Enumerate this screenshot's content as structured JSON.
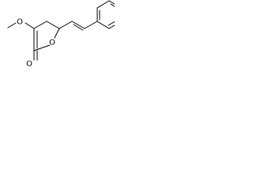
{
  "atom_labels": {
    "methoxy_oxygen": "O",
    "ring_oxygen": "O",
    "carbonyl_oxygen": "O"
  }
}
